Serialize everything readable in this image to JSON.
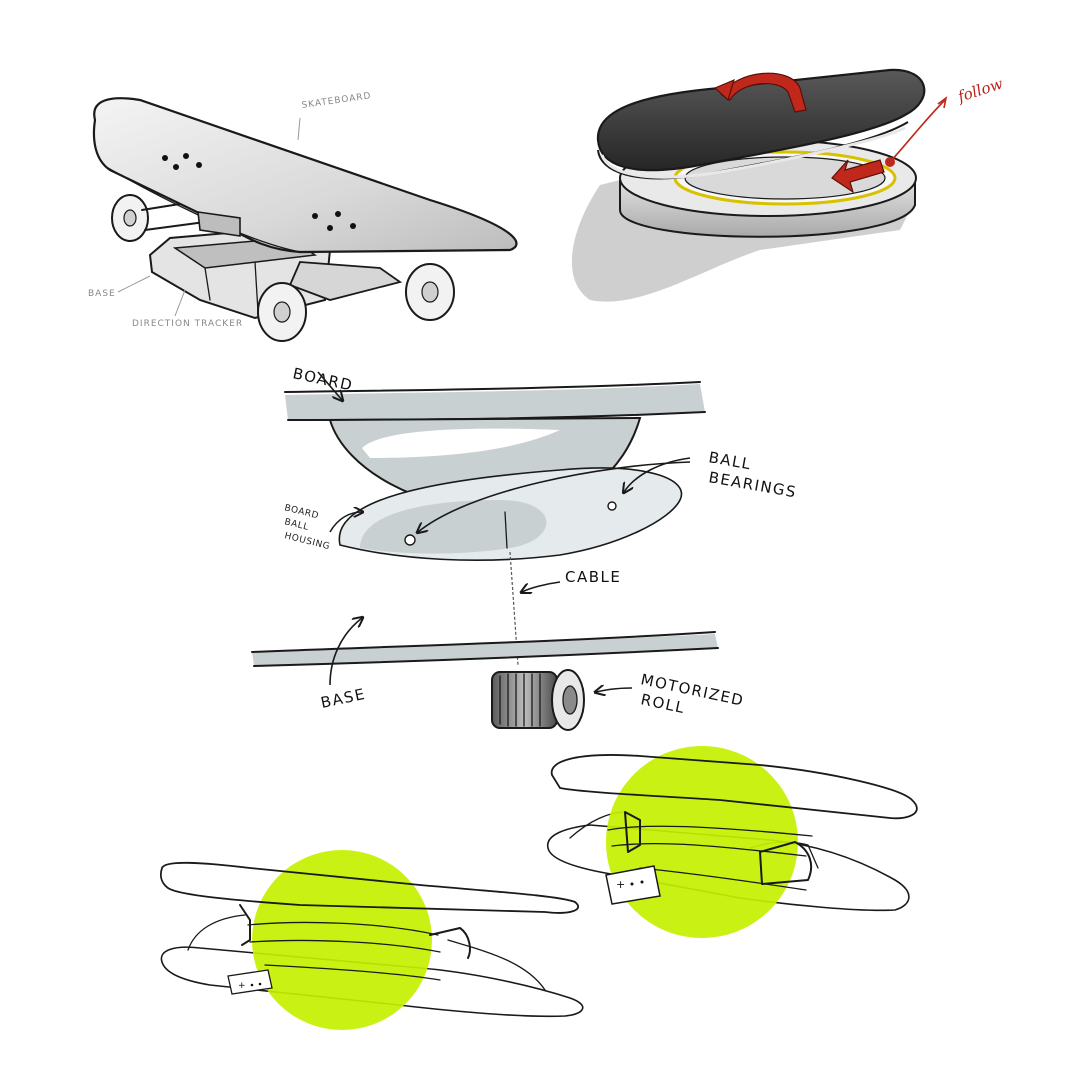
{
  "colors": {
    "ink": "#1a1a1a",
    "marker_gray": "#c9d0d2",
    "dark_grip": "#3a3a3a",
    "accent_red": "#c0281c",
    "highlight_lime": "#c6f000",
    "shadow_gray": "#cfcfcf"
  },
  "sketch_skateboard": {
    "label_top": "SKATEBOARD",
    "label_base": "BASE",
    "label_direction": "DIRECTION TRACKER"
  },
  "sketch_rotating_board": {
    "label_follow": "follow"
  },
  "cross_section": {
    "label_board": "BOARD",
    "label_ball_bearings_line1": "BALL",
    "label_ball_bearings_line2": "BEARINGS",
    "label_housing_line1": "BOARD",
    "label_housing_line2": "BALL",
    "label_housing_line3": "HOUSING",
    "label_cable": "CABLE",
    "label_base": "BASE",
    "label_roll_line1": "MOTORIZED",
    "label_roll_line2": "ROLL"
  },
  "icons": {
    "arrows": "arrow-icon",
    "rotation": "rotate-arrow-icon"
  }
}
